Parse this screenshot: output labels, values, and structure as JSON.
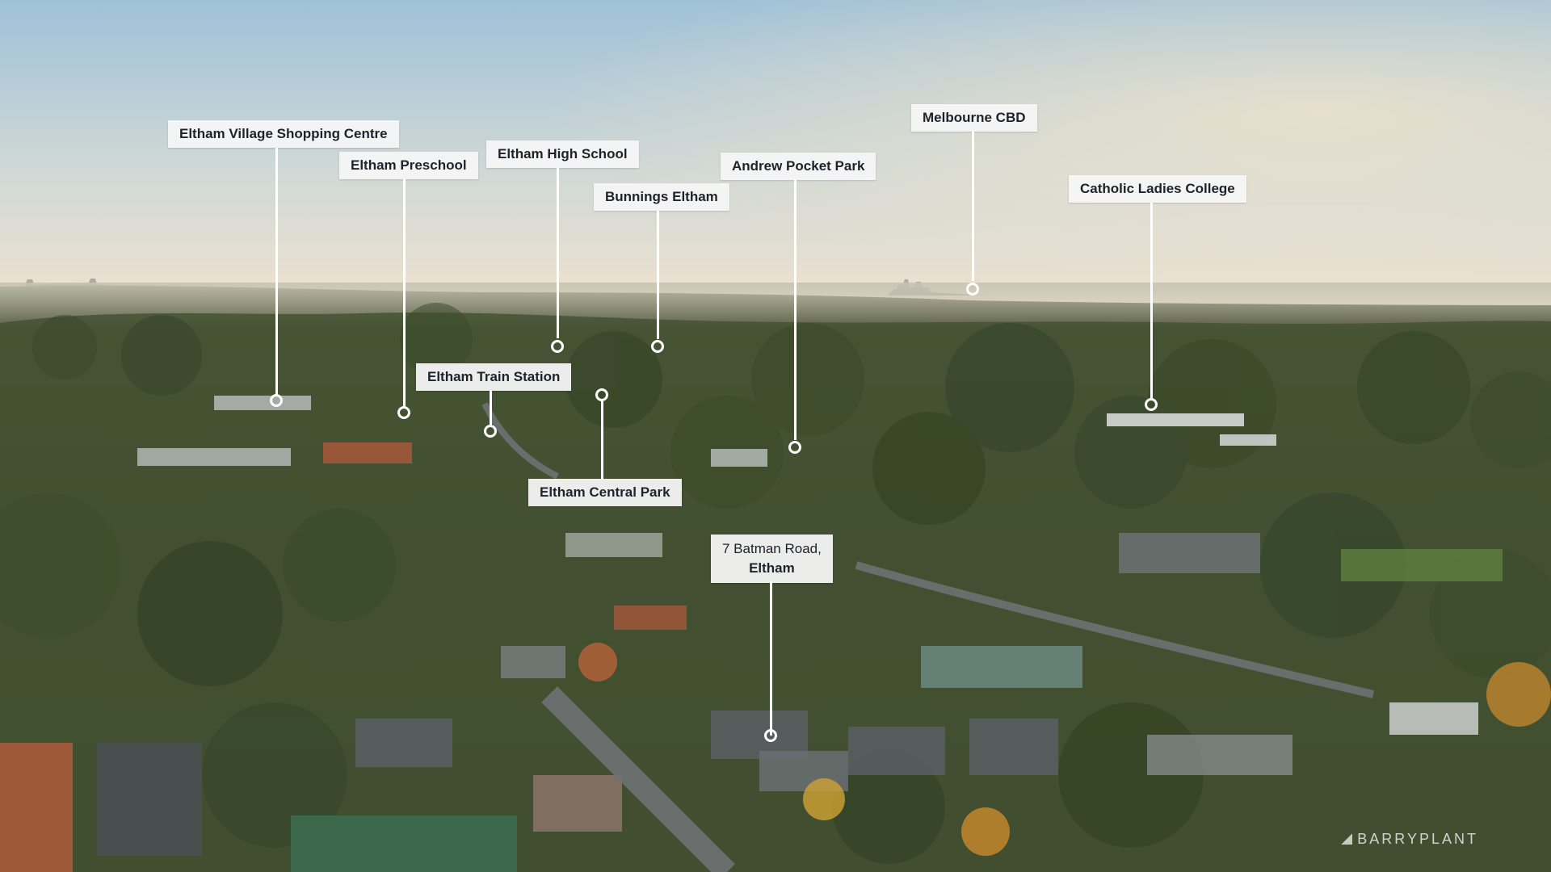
{
  "photo": {
    "description_tags": [
      "sky-gradient",
      "horizon-skyline",
      "tree-canopy",
      "suburban-rooftops",
      "sports-courts",
      "streets"
    ],
    "colors": {
      "sky_top": "#9fc1d8",
      "sky_mid": "#cfd8d6",
      "sky_horizon": "#efe2cf",
      "haze": "#b8b9a7",
      "forest_far": "#5d6148",
      "forest_mid": "#3f4a2e",
      "forest_near": "#2f3d22",
      "roof_terracotta": "#b4593c",
      "roof_grey": "#5a5e63",
      "roof_light": "#cfd2d4",
      "court_green": "#3c6b4f",
      "road": "#6e7072",
      "autumn": "#c98a2c"
    }
  },
  "callouts": [
    {
      "id": "eltham-village-shopping-centre",
      "text": "Eltham Village Shopping Centre"
    },
    {
      "id": "eltham-preschool",
      "text": "Eltham Preschool"
    },
    {
      "id": "eltham-high-school",
      "text": "Eltham High School"
    },
    {
      "id": "bunnings-eltham",
      "text": "Bunnings Eltham"
    },
    {
      "id": "andrew-pocket-park",
      "text": "Andrew Pocket Park"
    },
    {
      "id": "melbourne-cbd",
      "text": "Melbourne CBD"
    },
    {
      "id": "catholic-ladies-college",
      "text": "Catholic Ladies College"
    },
    {
      "id": "eltham-train-station",
      "text": "Eltham Train Station"
    },
    {
      "id": "eltham-central-park",
      "text": "Eltham Central Park"
    }
  ],
  "subject_property": {
    "line1": "7 Batman Road,",
    "line2": "Eltham"
  },
  "watermark": {
    "text": "BARRYPLANT",
    "icon": "barryplant-logo-icon"
  }
}
